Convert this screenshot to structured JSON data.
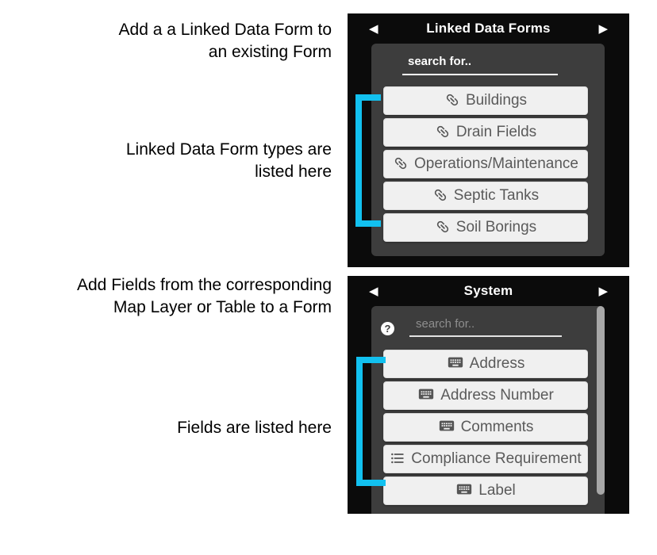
{
  "colors": {
    "accent": "#12c1f0",
    "panel_bg": "#0b0b0b",
    "inner_bg": "#3d3d3d",
    "button_bg": "#f0f0f0",
    "button_text": "#5a5a5a"
  },
  "annotations": {
    "add_linked_form": "Add a a Linked Data Form to\nan existing Form",
    "types_listed": "Linked Data Form types are\nlisted here",
    "add_fields": "Add Fields from the corresponding\nMap Layer or Table to a Form",
    "fields_listed": "Fields are listed here"
  },
  "icons": {
    "nav_left": "◀",
    "nav_right": "▶",
    "help": "?"
  },
  "linked_panel": {
    "title": "Linked Data Forms",
    "search_placeholder": "search for..",
    "items": [
      {
        "label": "Buildings",
        "icon": "link"
      },
      {
        "label": "Drain Fields",
        "icon": "link"
      },
      {
        "label": "Operations/Maintenance",
        "icon": "link"
      },
      {
        "label": "Septic Tanks",
        "icon": "link"
      },
      {
        "label": "Soil Borings",
        "icon": "link"
      }
    ]
  },
  "system_panel": {
    "title": "System",
    "search_placeholder": "search for..",
    "items": [
      {
        "label": "Address",
        "icon": "keyboard"
      },
      {
        "label": "Address Number",
        "icon": "keyboard"
      },
      {
        "label": "Comments",
        "icon": "keyboard"
      },
      {
        "label": "Compliance Requirement",
        "icon": "list"
      },
      {
        "label": "Label",
        "icon": "keyboard"
      }
    ]
  }
}
